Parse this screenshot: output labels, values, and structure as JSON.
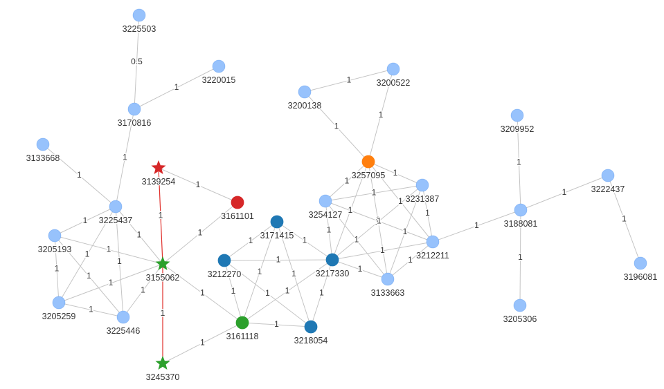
{
  "colors": {
    "light": "#97c2fc",
    "light_stroke": "#2b7ce9",
    "dark": "#1f78b4",
    "orange": "#ff7f0e",
    "red": "#d62728",
    "green": "#2ca02c",
    "edge": "#c4c4c4",
    "red_edge": "#e0302b"
  },
  "nodes": [
    {
      "id": "3225503",
      "label": "3225503",
      "type": "light",
      "shape": "circle"
    },
    {
      "id": "3220015",
      "label": "3220015",
      "type": "light",
      "shape": "circle"
    },
    {
      "id": "3170816",
      "label": "3170816",
      "type": "light",
      "shape": "circle"
    },
    {
      "id": "3133668",
      "label": "3133668",
      "type": "light",
      "shape": "circle"
    },
    {
      "id": "3139254",
      "label": "3139254",
      "type": "red",
      "shape": "star"
    },
    {
      "id": "3161101",
      "label": "3161101",
      "type": "red",
      "shape": "circle"
    },
    {
      "id": "3225437",
      "label": "3225437",
      "type": "light",
      "shape": "circle"
    },
    {
      "id": "3205193",
      "label": "3205193",
      "type": "light",
      "shape": "circle"
    },
    {
      "id": "3155062",
      "label": "3155062",
      "type": "green",
      "shape": "star"
    },
    {
      "id": "3205259",
      "label": "3205259",
      "type": "light",
      "shape": "circle"
    },
    {
      "id": "3225446",
      "label": "3225446",
      "type": "light",
      "shape": "circle"
    },
    {
      "id": "3245370",
      "label": "3245370",
      "type": "green",
      "shape": "star"
    },
    {
      "id": "3171415",
      "label": "3171415",
      "type": "dark",
      "shape": "circle"
    },
    {
      "id": "3212270",
      "label": "3212270",
      "type": "dark",
      "shape": "circle"
    },
    {
      "id": "3161118",
      "label": "3161118",
      "type": "green",
      "shape": "circle"
    },
    {
      "id": "3218054",
      "label": "3218054",
      "type": "dark",
      "shape": "circle"
    },
    {
      "id": "3217330",
      "label": "3217330",
      "type": "dark",
      "shape": "circle"
    },
    {
      "id": "3200138",
      "label": "3200138",
      "type": "light",
      "shape": "circle"
    },
    {
      "id": "3200522",
      "label": "3200522",
      "type": "light",
      "shape": "circle"
    },
    {
      "id": "3257095",
      "label": "3257095",
      "type": "orange",
      "shape": "circle"
    },
    {
      "id": "3231387",
      "label": "3231387",
      "type": "light",
      "shape": "circle"
    },
    {
      "id": "3254127",
      "label": "3254127",
      "type": "light",
      "shape": "circle"
    },
    {
      "id": "3212211",
      "label": "3212211",
      "type": "light",
      "shape": "circle"
    },
    {
      "id": "3133663",
      "label": "3133663",
      "type": "light",
      "shape": "circle"
    },
    {
      "id": "3209952",
      "label": "3209952",
      "type": "light",
      "shape": "circle"
    },
    {
      "id": "3188081",
      "label": "3188081",
      "type": "light",
      "shape": "circle"
    },
    {
      "id": "3222437",
      "label": "3222437",
      "type": "light",
      "shape": "circle"
    },
    {
      "id": "3196081",
      "label": "3196081",
      "type": "light",
      "shape": "circle"
    },
    {
      "id": "3205306",
      "label": "3205306",
      "type": "light",
      "shape": "circle"
    }
  ],
  "edges": [
    {
      "from": "3225503",
      "to": "3170816",
      "weight": "0.5"
    },
    {
      "from": "3220015",
      "to": "3170816",
      "weight": "1"
    },
    {
      "from": "3170816",
      "to": "3225437",
      "weight": "1"
    },
    {
      "from": "3133668",
      "to": "3225437",
      "weight": "1"
    },
    {
      "from": "3139254",
      "to": "3161101",
      "weight": "1"
    },
    {
      "from": "3139254",
      "to": "3155062",
      "weight": "1",
      "red": true
    },
    {
      "from": "3161101",
      "to": "3155062",
      "weight": "1"
    },
    {
      "from": "3225437",
      "to": "3205193",
      "weight": "1"
    },
    {
      "from": "3225437",
      "to": "3155062",
      "weight": "1"
    },
    {
      "from": "3225437",
      "to": "3205259",
      "weight": "1"
    },
    {
      "from": "3225437",
      "to": "3225446",
      "weight": "1"
    },
    {
      "from": "3205193",
      "to": "3155062",
      "weight": "1"
    },
    {
      "from": "3205193",
      "to": "3205259",
      "weight": "1"
    },
    {
      "from": "3205193",
      "to": "3225446",
      "weight": "1"
    },
    {
      "from": "3205259",
      "to": "3155062",
      "weight": "1"
    },
    {
      "from": "3205259",
      "to": "3225446",
      "weight": "1"
    },
    {
      "from": "3225446",
      "to": "3155062",
      "weight": "1"
    },
    {
      "from": "3155062",
      "to": "3245370",
      "weight": "1",
      "red": true
    },
    {
      "from": "3155062",
      "to": "3161118",
      "weight": "1"
    },
    {
      "from": "3245370",
      "to": "3161118",
      "weight": "1"
    },
    {
      "from": "3171415",
      "to": "3212270",
      "weight": "1"
    },
    {
      "from": "3171415",
      "to": "3217330",
      "weight": "1"
    },
    {
      "from": "3171415",
      "to": "3161118",
      "weight": "1"
    },
    {
      "from": "3171415",
      "to": "3218054",
      "weight": "1"
    },
    {
      "from": "3212270",
      "to": "3217330",
      "weight": "1"
    },
    {
      "from": "3212270",
      "to": "3161118",
      "weight": "1"
    },
    {
      "from": "3212270",
      "to": "3218054",
      "weight": "1"
    },
    {
      "from": "3161118",
      "to": "3217330",
      "weight": "1"
    },
    {
      "from": "3161118",
      "to": "3218054",
      "weight": "1"
    },
    {
      "from": "3218054",
      "to": "3217330",
      "weight": "1"
    },
    {
      "from": "3200138",
      "to": "3200522",
      "weight": "1"
    },
    {
      "from": "3200138",
      "to": "3257095",
      "weight": "1"
    },
    {
      "from": "3200522",
      "to": "3257095",
      "weight": "1"
    },
    {
      "from": "3257095",
      "to": "3231387",
      "weight": "1"
    },
    {
      "from": "3257095",
      "to": "3254127",
      "weight": "1"
    },
    {
      "from": "3257095",
      "to": "3212211",
      "weight": "1"
    },
    {
      "from": "3257095",
      "to": "3217330",
      "weight": "1"
    },
    {
      "from": "3257095",
      "to": "3133663",
      "weight": "1"
    },
    {
      "from": "3231387",
      "to": "3254127",
      "weight": "1"
    },
    {
      "from": "3231387",
      "to": "3212211",
      "weight": "1"
    },
    {
      "from": "3231387",
      "to": "3217330",
      "weight": "1"
    },
    {
      "from": "3231387",
      "to": "3133663",
      "weight": "1"
    },
    {
      "from": "3254127",
      "to": "3212211",
      "weight": "1"
    },
    {
      "from": "3254127",
      "to": "3217330",
      "weight": "1"
    },
    {
      "from": "3254127",
      "to": "3133663",
      "weight": "1"
    },
    {
      "from": "3217330",
      "to": "3212211",
      "weight": "1"
    },
    {
      "from": "3217330",
      "to": "3133663",
      "weight": "1"
    },
    {
      "from": "3133663",
      "to": "3212211",
      "weight": "1"
    },
    {
      "from": "3212211",
      "to": "3188081",
      "weight": "1"
    },
    {
      "from": "3209952",
      "to": "3188081",
      "weight": "1"
    },
    {
      "from": "3188081",
      "to": "3222437",
      "weight": "1"
    },
    {
      "from": "3188081",
      "to": "3205306",
      "weight": "1"
    },
    {
      "from": "3222437",
      "to": "3196081",
      "weight": "1"
    }
  ]
}
